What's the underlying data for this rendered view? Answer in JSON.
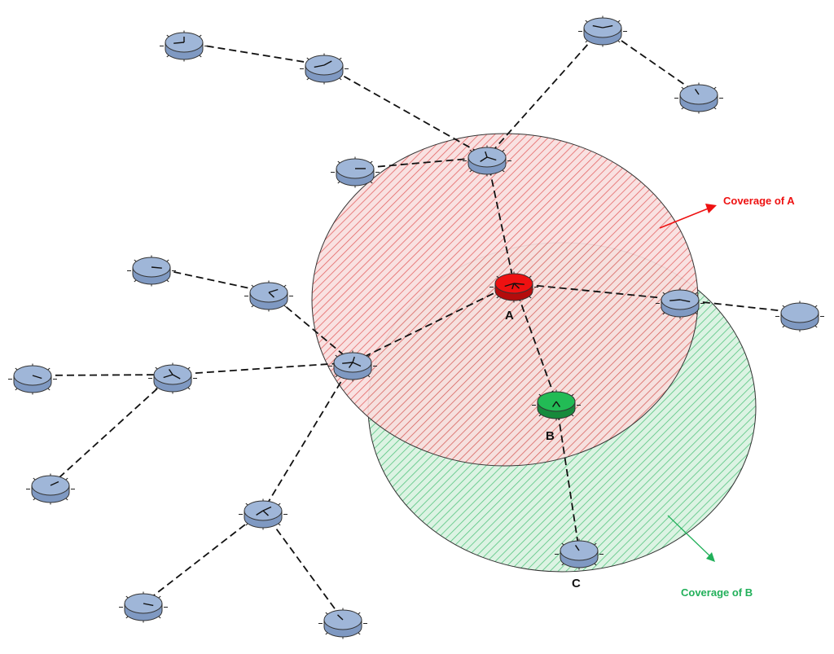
{
  "labels": {
    "node_a": "A",
    "node_b": "B",
    "node_c": "C",
    "coverage_a": "Coverage of A",
    "coverage_b": "Coverage of B"
  },
  "colors": {
    "background": "#ffffff",
    "node_default": "#9fb6d8",
    "node_default_side": "#7f99c2",
    "node_a": "#ee1111",
    "node_a_side": "#b40c0c",
    "node_b": "#22bb55",
    "node_b_side": "#178a3c",
    "coverage_a_hatch": "#e35a5a",
    "coverage_a_fill": "#f8dede",
    "coverage_b_hatch": "#54c47f",
    "coverage_b_fill": "#dcf3e3",
    "coverage_a_label": "#ee1111",
    "coverage_b_label": "#22b05a",
    "link": "#111111"
  },
  "nodes": [
    {
      "id": "n1",
      "kind": "router"
    },
    {
      "id": "n2",
      "kind": "router"
    },
    {
      "id": "n3",
      "kind": "router"
    },
    {
      "id": "n4",
      "kind": "router"
    },
    {
      "id": "n5",
      "kind": "router"
    },
    {
      "id": "n6",
      "kind": "router"
    },
    {
      "id": "n7",
      "kind": "router"
    },
    {
      "id": "n8",
      "kind": "router"
    },
    {
      "id": "n9",
      "kind": "router"
    },
    {
      "id": "n10",
      "kind": "router"
    },
    {
      "id": "n11",
      "kind": "router"
    },
    {
      "id": "n12",
      "kind": "router"
    },
    {
      "id": "n13",
      "kind": "router"
    },
    {
      "id": "n14",
      "kind": "router"
    },
    {
      "id": "n15",
      "kind": "router"
    },
    {
      "id": "n16",
      "kind": "router"
    },
    {
      "id": "n17",
      "kind": "router"
    },
    {
      "id": "A",
      "kind": "node-a"
    },
    {
      "id": "B",
      "kind": "node-b"
    },
    {
      "id": "C",
      "kind": "router"
    }
  ],
  "links": [
    [
      "n1",
      "n2"
    ],
    [
      "n2",
      "n5"
    ],
    [
      "n3",
      "n5"
    ],
    [
      "n3",
      "n4"
    ],
    [
      "n6",
      "n5"
    ],
    [
      "n5",
      "A"
    ],
    [
      "A",
      "n11"
    ],
    [
      "n11",
      "n12"
    ],
    [
      "n7",
      "n8"
    ],
    [
      "n8",
      "n13"
    ],
    [
      "n9",
      "n10"
    ],
    [
      "n10",
      "n13"
    ],
    [
      "n14",
      "n10"
    ],
    [
      "A",
      "n13"
    ],
    [
      "n13",
      "n15"
    ],
    [
      "n15",
      "n16"
    ],
    [
      "n15",
      "n17"
    ],
    [
      "A",
      "B"
    ],
    [
      "B",
      "C"
    ]
  ]
}
